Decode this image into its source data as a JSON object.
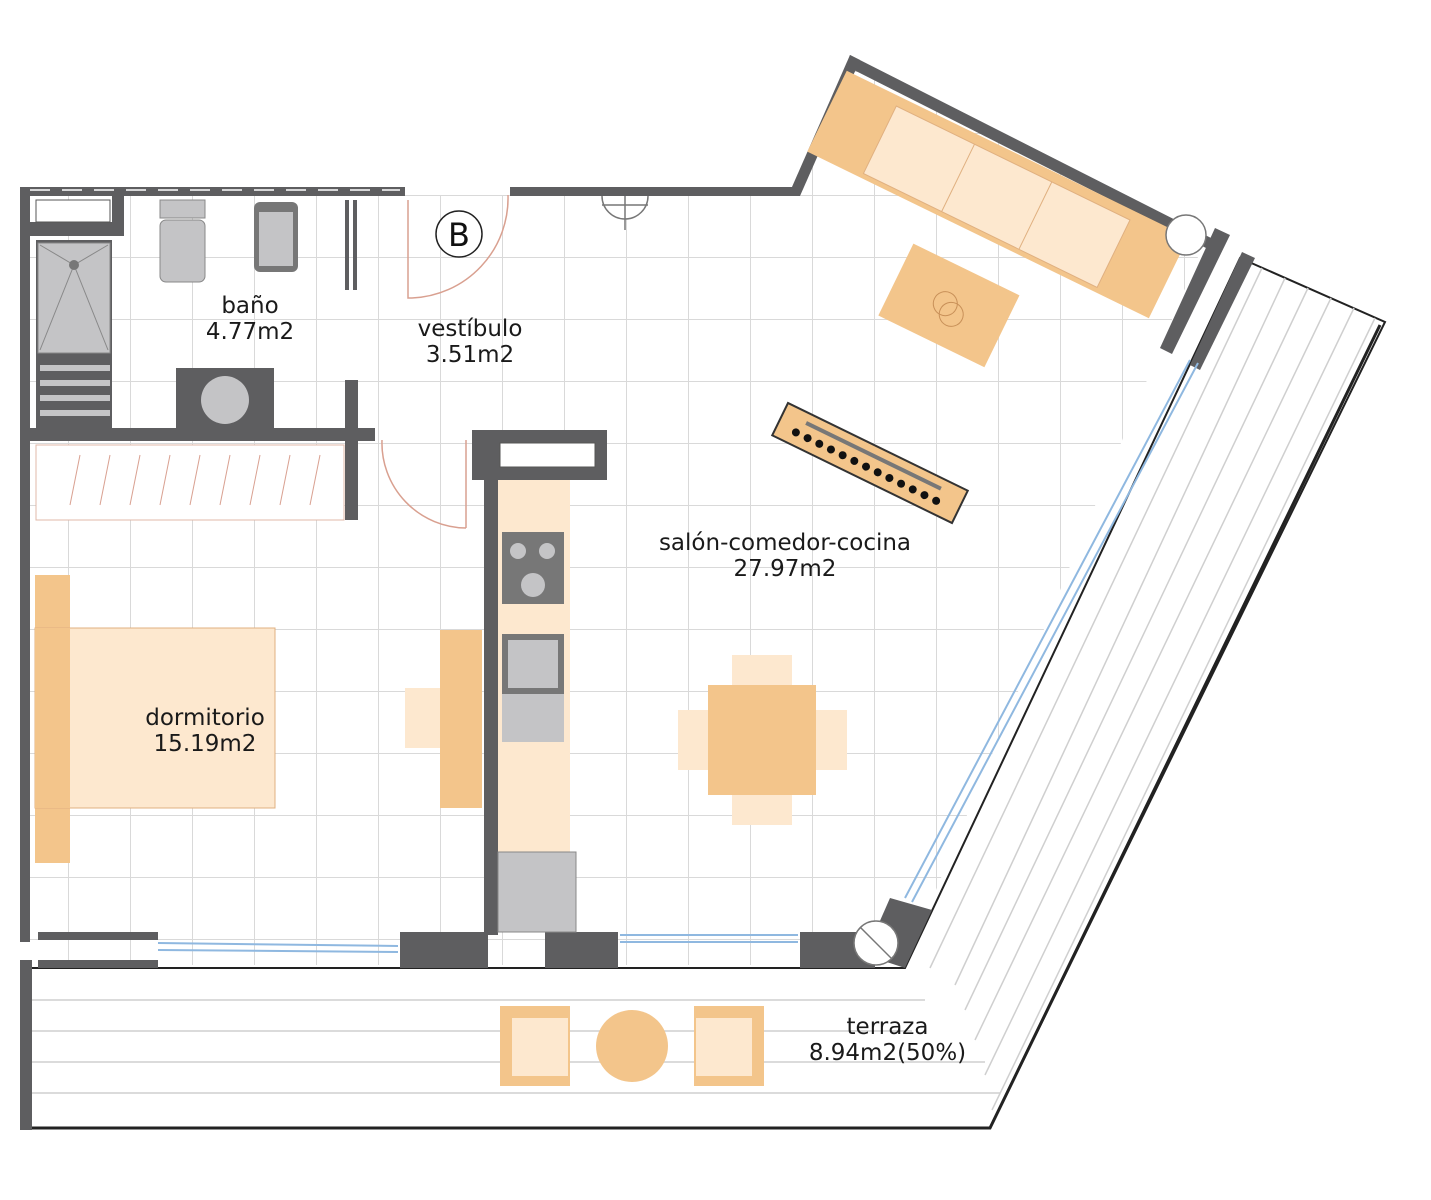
{
  "rooms": [
    {
      "id": "bano",
      "name": "baño",
      "area": "4.77m2"
    },
    {
      "id": "vestibulo",
      "name": "vestíbulo",
      "area": "3.51m2"
    },
    {
      "id": "salon",
      "name": "salón-comedor-cocina",
      "area": "27.97m2"
    },
    {
      "id": "dormitorio",
      "name": "dormitorio",
      "area": "15.19m2"
    },
    {
      "id": "terraza",
      "name": "terraza",
      "area": "8.94m2(50%)"
    }
  ],
  "entrance_marker": "B",
  "colors": {
    "wall": "#5e5e60",
    "furniture": "#f3c58b",
    "furniture_light": "#fde8cf",
    "fixture": "#c4c4c6",
    "grid": "#d9d9d9",
    "glass": "#8fb8e0"
  }
}
